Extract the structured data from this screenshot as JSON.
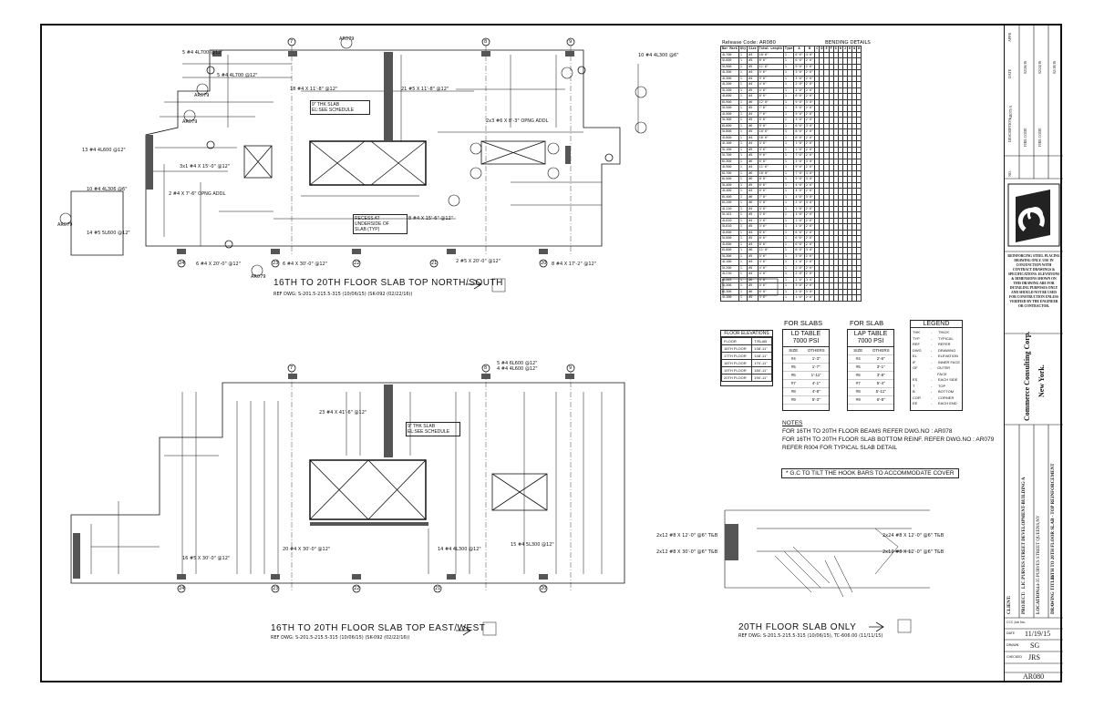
{
  "drawings": {
    "north_south": {
      "title": "16TH TO 20TH FLOOR SLAB TOP NORTH/SOUTH",
      "ref": "REF DWG: S-201.5-215.5-315 (10/06/15) (SK-092 (02/22/16))",
      "slab_note": [
        "9\" THK SLAB",
        "EL:SEE SCHEDULE"
      ],
      "recess_note": [
        "RECESS AT UNDERSIDE OF",
        "SLAB (TYP)"
      ],
      "grid_top": [
        "7",
        "8",
        "9"
      ],
      "grid_bottom": [
        "24",
        "23",
        "22",
        "21",
        "20"
      ],
      "bar_labels": [
        "5 #4 4L700 @12\"",
        "10 #4 4L300 @6\"",
        "21 #5 X 11'-8\" @12\"",
        "18 #4 X 11'-8\" @12\"",
        "5 #4 4L700 @12\"",
        "2x3 #6 X 8'-3\" OPNG ADDL",
        "3x1 #4 X 15'-0\" @12\"",
        "8 #4 X 15'-6\" @12\"",
        "2 #4 X 7'-6\" OPNG ADDL",
        "2 #5 X 20'-0\" @12\"",
        "6 #4 X 20'-0\" @12\"",
        "6 #4 X 30'-0\" @12\"",
        "8 #4 X 17'-2\" @12\"",
        "10 #4 4L306 @6\"",
        "13 #4 4L600 @12\"",
        "14 #5 5L600 @12\""
      ],
      "section_labels": [
        "AR079",
        "AR079",
        "AR079",
        "AR079",
        "AR079"
      ]
    },
    "east_west": {
      "title": "16TH TO 20TH FLOOR SLAB TOP EAST/WEST",
      "ref": "REF DWG: S-201.5-215.5-315 (10/06/15) (SK-092 (02/22/16))",
      "slab_note": [
        "9\" THK SLAB",
        "EL:SEE SCHEDULE"
      ],
      "grid_top": [
        "7",
        "8",
        "9"
      ],
      "grid_bottom": [
        "24",
        "23",
        "22",
        "21",
        "20"
      ],
      "bar_labels": [
        "5 #4 6L600 @12\"",
        "4 #4 4L600 @12\"",
        "15 #4 5L300 @12\"",
        "14 #4 4L300 @12\"",
        "23 #4 X 41'-6\" @12\"",
        "20 #4 X 30'-0\" @12\"",
        "16 #5 X 30'-0\" @12\""
      ]
    },
    "twentieth": {
      "title": "20TH FLOOR SLAB ONLY",
      "ref": "REF DWG: S-201.5-215.5-315 (10/06/15), TC-606.00 (11/11/15)",
      "bar_labels": [
        "2x12 #8 X 12'-0\" @6\" T&B",
        "2x12 #8 X 30'-0\" @6\" T&B",
        "2x24 #8 X 12'-0\" @6\" T&B",
        "2x12 #8 X 12'-0\" @6\" T&B"
      ]
    }
  },
  "bending": {
    "release": "Release Code: AR080",
    "header": "BENDING DETAILS",
    "columns": [
      "Bar Mark",
      "Qty",
      "Size",
      "Total Length",
      "Type",
      "A",
      "B",
      "C",
      "D",
      "E",
      "F",
      "G",
      "H",
      "J",
      "K",
      "O",
      "R"
    ],
    "rows": [
      [
        "4L700",
        "1",
        "#4",
        "10'6\"",
        "1",
        "6'6\"",
        "4'0\""
      ],
      [
        "5L600",
        "1",
        "#5",
        "8'6\"",
        "1",
        "6'0\"",
        "2'6\""
      ],
      [
        "5L900",
        "1",
        "#5",
        "11'6\"",
        "1",
        "9'0\"",
        "2'6\""
      ],
      [
        "4L306",
        "1",
        "#4",
        "5'6\"",
        "1",
        "3'0\"",
        "2'6\""
      ],
      [
        "4L300",
        "1",
        "#4",
        "5'6\"",
        "1",
        "3'0\"",
        "2'6\""
      ],
      [
        "4L200",
        "1",
        "#4",
        "4'6\"",
        "1",
        "2'0\"",
        "2'6\""
      ],
      [
        "5L200",
        "1",
        "#5",
        "4'6\"",
        "1",
        "2'0\"",
        "2'6\""
      ],
      [
        "4L600",
        "1",
        "#4",
        "8'6\"",
        "1",
        "6'0\"",
        "2'6\""
      ],
      [
        "6L900",
        "1",
        "#6",
        "12'0\"",
        "1",
        "9'0\"",
        "3'0\""
      ],
      [
        "5L500",
        "1",
        "#5",
        "7'6\"",
        "1",
        "5'0\"",
        "2'6\""
      ],
      [
        "4L500",
        "1",
        "#4",
        "7'6\"",
        "1",
        "5'0\"",
        "2'6\""
      ],
      [
        "5L300",
        "1",
        "#5",
        "5'6\"",
        "1",
        "3'0\"",
        "2'6\""
      ],
      [
        "6L600",
        "1",
        "#6",
        "9'0\"",
        "1",
        "6'0\"",
        "3'0\""
      ],
      [
        "5L800",
        "1",
        "#5",
        "10'6\"",
        "1",
        "8'0\"",
        "2'6\""
      ],
      [
        "4L800",
        "1",
        "#4",
        "10'6\"",
        "1",
        "8'0\"",
        "2'6\""
      ],
      [
        "4L100",
        "1",
        "#4",
        "3'6\"",
        "1",
        "1'0\"",
        "2'6\""
      ],
      [
        "5L100",
        "1",
        "#5",
        "3'6\"",
        "1",
        "1'0\"",
        "2'6\""
      ],
      [
        "5L700",
        "1",
        "#5",
        "9'6\"",
        "1",
        "7'0\"",
        "2'6\""
      ],
      [
        "6L300",
        "1",
        "#6",
        "6'0\"",
        "1",
        "3'0\"",
        "3'0\""
      ],
      [
        "4L900",
        "1",
        "#4",
        "11'6\"",
        "1",
        "9'0\"",
        "2'6\""
      ],
      [
        "6L700",
        "1",
        "#6",
        "10'0\"",
        "1",
        "7'0\"",
        "3'0\""
      ],
      [
        "6L500",
        "1",
        "#6",
        "8'0\"",
        "1",
        "5'0\"",
        "3'0\""
      ],
      [
        "5L400",
        "1",
        "#5",
        "6'6\"",
        "1",
        "4'0\"",
        "2'6\""
      ],
      [
        "4L400",
        "1",
        "#4",
        "6'6\"",
        "1",
        "4'0\"",
        "2'6\""
      ],
      [
        "6L400",
        "1",
        "#6",
        "7'0\"",
        "1",
        "4'0\"",
        "3'0\""
      ],
      [
        "6L200",
        "1",
        "#6",
        "5'0\"",
        "1",
        "2'0\"",
        "3'0\""
      ],
      [
        "4L110",
        "1",
        "#4",
        "3'6\"",
        "1",
        "1'0\"",
        "2'6\""
      ],
      [
        "5L101",
        "1",
        "#5",
        "3'6\"",
        "1",
        "1'0\"",
        "2'6\""
      ],
      [
        "4L010",
        "1",
        "#4",
        "3'6\"",
        "1",
        "1'0\"",
        "2'6\""
      ],
      [
        "5L010",
        "1",
        "#5",
        "3'6\"",
        "1",
        "1'0\"",
        "2'6\""
      ],
      [
        "4L600",
        "1",
        "#4",
        "8'6\"",
        "1",
        "6'0\"",
        "2'6\""
      ],
      [
        "5L600",
        "1",
        "#5",
        "8'6\"",
        "1",
        "6'0\"",
        "2'6\""
      ],
      [
        "4L606",
        "1",
        "#4",
        "8'6\"",
        "1",
        "6'0\"",
        "2'6\""
      ],
      [
        "6L800",
        "1",
        "#6",
        "11'0\"",
        "1",
        "8'0\"",
        "3'0\""
      ],
      [
        "5L306",
        "1",
        "#5",
        "5'6\"",
        "1",
        "3'0\"",
        "2'6\""
      ],
      [
        "4L100",
        "1",
        "#4",
        "3'6\"",
        "1",
        "1'0\"",
        "2'6\""
      ],
      [
        "5L200",
        "1",
        "#5",
        "4'6\"",
        "1",
        "2'0\"",
        "2'6\""
      ],
      [
        "4L210",
        "1",
        "#4",
        "4'6\"",
        "1",
        "2'0\"",
        "2'6\""
      ],
      [
        "6L205",
        "1",
        "#6",
        "5'0\"",
        "1",
        "2'0\"",
        "3'0\""
      ],
      [
        "5L306",
        "1",
        "#5",
        "5'6\"",
        "1",
        "3'0\"",
        "2'6\""
      ],
      [
        "6L306",
        "1",
        "#6",
        "6'0\"",
        "1",
        "3'0\"",
        "3'0\""
      ],
      [
        "5L100",
        "1",
        "#5",
        "3'6\"",
        "1",
        "1'0\"",
        "2'6\""
      ]
    ]
  },
  "floor_elevations": {
    "title": "FLOOR ELEVATIONS",
    "columns": [
      "FLOOR",
      "T/SLAB"
    ],
    "rows": [
      [
        "16TH FLOOR",
        "138'-11\""
      ],
      [
        "17TH FLOOR",
        "148'-11\""
      ],
      [
        "18TH FLOOR",
        "170'-11\""
      ],
      [
        "19TH FLOOR",
        "180'-11\""
      ],
      [
        "20TH FLOOR",
        "190'-11\""
      ]
    ]
  },
  "ld_table": {
    "heading": "FOR SLABS",
    "title": [
      "LD TABLE",
      "7000 PSI"
    ],
    "columns": [
      "SIZE",
      "OTHERS"
    ],
    "rows": [
      [
        "#4",
        "1'-3\""
      ],
      [
        "#5",
        "1'-7\""
      ],
      [
        "#6",
        "1'-11\""
      ],
      [
        "#7",
        "4'-1\""
      ],
      [
        "#8",
        "4'-8\""
      ],
      [
        "#9",
        "5'-3\""
      ]
    ]
  },
  "lap_table": {
    "heading": "FOR SLAB",
    "title": [
      "LAP TABLE",
      "7000 PSI"
    ],
    "columns": [
      "SIZE",
      "OTHERS"
    ],
    "rows": [
      [
        "#4",
        "2'-6\""
      ],
      [
        "#5",
        "3'-1\""
      ],
      [
        "#6",
        "3'-8\""
      ],
      [
        "#7",
        "5'-4\""
      ],
      [
        "#8",
        "5'-11\""
      ],
      [
        "#9",
        "6'-8\""
      ]
    ]
  },
  "legend": {
    "title": "LEGEND",
    "rows": [
      [
        "THK",
        "THICK"
      ],
      [
        "TYP",
        "TYPICAL"
      ],
      [
        "REF",
        "REFER"
      ],
      [
        "DWG",
        "DRAWING"
      ],
      [
        "EL",
        "ELEVATION"
      ],
      [
        "IF",
        "INNER FACE"
      ],
      [
        "OF",
        "OUTER FACE"
      ],
      [
        "ES",
        "EACH SIDE"
      ],
      [
        "T",
        "TOP"
      ],
      [
        "B",
        "BOTTOM"
      ],
      [
        "COR",
        "CORNER"
      ],
      [
        "EE",
        "EACH END"
      ]
    ]
  },
  "notes": {
    "title": "NOTES",
    "lines": [
      "FOR 16TH TO 20TH FLOOR BEAMS REFER DWG.NO      : AR078",
      "FOR 16TH TO 20TH FLOOR SLAB BOTTOM REINF. REFER DWG.NO      : AR079",
      "REFER R004 FOR TYPICAL SLAB DETAIL"
    ],
    "boxed": "* G.C TO TILT THE HOOK BARS TO ACCOMMODATE COVER"
  },
  "title_block": {
    "revisions": [
      "FIRE CODE",
      "FIRE CODE",
      "AR079 A"
    ],
    "rev_dates": [
      "02/18/16",
      "02/24/16",
      "02/26/16"
    ],
    "rev_cols": [
      "NO.",
      "DESCRIPTION",
      "DATE",
      "APPR"
    ],
    "disclaimer": "REINFORCING STEEL PLACING DRAWING ONLY. USE IN CONJUNCTION WITH CONTRACT DRAWINGS & SPECIFICATIONS. ELEVATIONS & DIMENSIONS SHOWN ON THIS DRAWING ARE FOR DETAILING PURPOSES ONLY AND SHOULD NOT BE USED FOR CONSTRUCTION UNLESS VERIFIED BY THE ENGINEER OR CONTRACTOR.",
    "company": "Commerce Consulting Corp.",
    "city": "New York.",
    "client_label": "CLIENT:",
    "project_label": "PROJECT:",
    "project": "LIC PURVES STREET DEVELOPMENT-BUILDING A",
    "location_label": "LOCATION:",
    "location": "44-35 PURVES STREET QUEENS,NY",
    "drawing_title_label": "DRAWING TITLE:",
    "drawing_title": "16TH TO 20TH FLOOR SLAB - TOP REINFORCEMENT",
    "job_label": "CCC Job No.",
    "date_label": "DATE",
    "date": "11/19/15",
    "drawn_label": "DRAWN",
    "drawn": "SG",
    "checked_label": "CHECKED",
    "checked": "JRS",
    "dwg_no": "AR080"
  }
}
